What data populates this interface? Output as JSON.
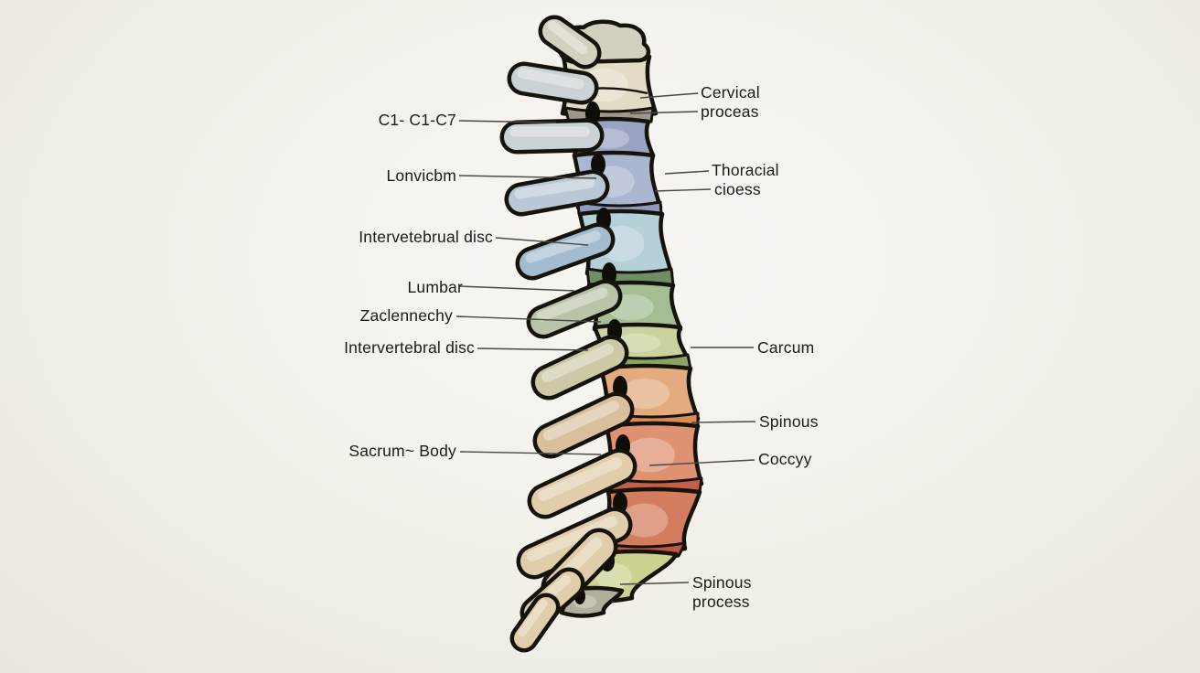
{
  "labels": {
    "left": [
      {
        "text": "C1- C1-C7"
      },
      {
        "text": "Lonvicbm"
      },
      {
        "text": "Intervetebrual disc"
      },
      {
        "text": "Lumbar"
      },
      {
        "text": "Zaclennechy"
      },
      {
        "text": "Intervertebral disc"
      },
      {
        "text": "Sacrum~ Body"
      }
    ],
    "right": [
      {
        "text": "Cervical"
      },
      {
        "text": "proceas"
      },
      {
        "text": "Thoracial"
      },
      {
        "text": "cioess"
      },
      {
        "text": "Carcum"
      },
      {
        "text": "Spinous"
      },
      {
        "text": "Coccyy"
      },
      {
        "text": "Spinous"
      },
      {
        "text": "process"
      }
    ]
  },
  "palette": {
    "background": "#f3f0ea",
    "outline": "#15130c",
    "leader": "#4a4742",
    "label_text": "#1c1b19",
    "gap_black": "#0e0d08",
    "cream": "#e3dcc5",
    "creamProc": "#d4d0c0",
    "discGrey": "#9d978d",
    "violet": "#9ba3c3",
    "blue": "#abb7d1",
    "blueDark": "#8d9bbd",
    "lightBlue": "#b6d0da",
    "greenDark": "#6f8e66",
    "green": "#a5bd94",
    "paleGreen": "#cbd29f",
    "olive": "#8ba364",
    "tan": "#e4ac7e",
    "orangeBand": "#d88d57",
    "salmon": "#de9271",
    "redBand": "#c2604a",
    "red": "#d47c5e",
    "redBand2": "#bd5940",
    "yellowGreen": "#cdd18f",
    "greyCap": "#b2ae9c",
    "greyProc": "#cbd2d6",
    "blueGreyProc": "#b9c8d4",
    "blueProc": "#a3bcd0",
    "greenProc": "#b9c3a8",
    "khakiProc": "#cdc9a7",
    "tanProc": "#d9c09d",
    "beigeProc": "#e0cda9"
  }
}
